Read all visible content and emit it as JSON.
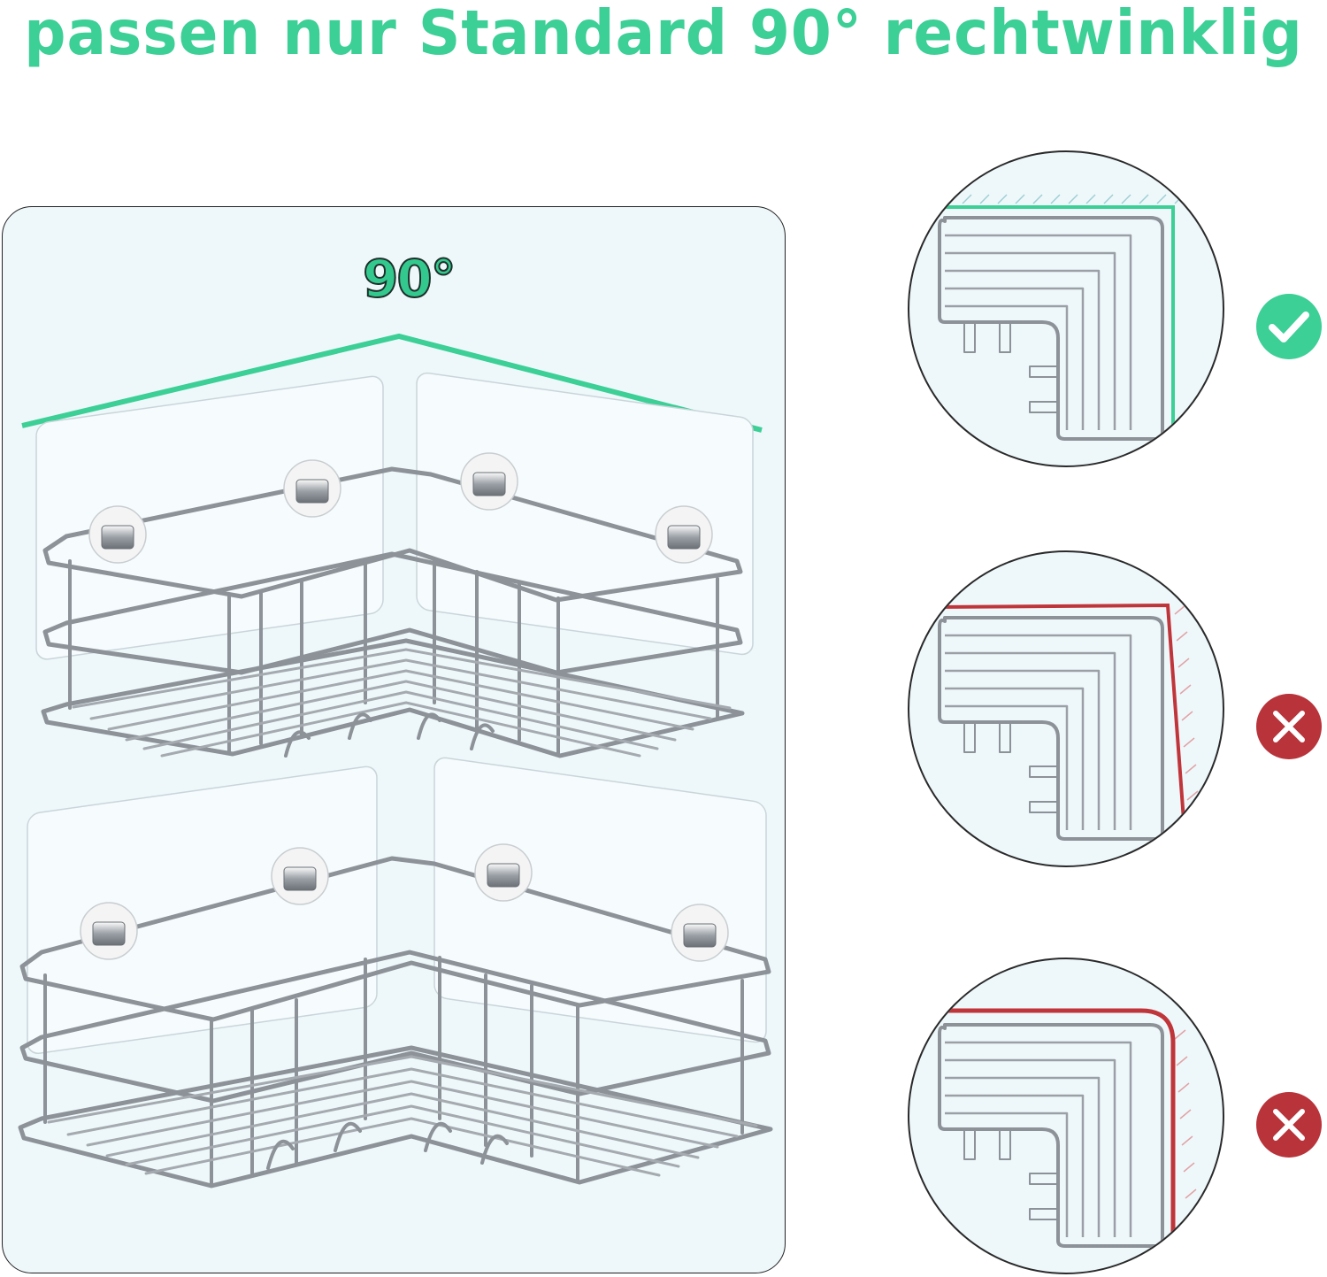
{
  "headline": "passen nur Standard 90° rechtwinklig",
  "main_panel": {
    "angle_label": "90°",
    "corner_line_color": "#3ccf96",
    "product": "corner shower caddy, two stainless steel wire baskets on adhesive wall pads"
  },
  "examples": [
    {
      "corner": "90° right-angled wall corner",
      "wall_color": "#3ccf96",
      "status": "suitable",
      "status_icon": "checkmark-icon",
      "status_color": "#3ccf96"
    },
    {
      "corner": "wall corner wider than 90°",
      "wall_color": "#c0353a",
      "status": "not suitable",
      "status_icon": "cross-icon",
      "status_color": "#b8333a"
    },
    {
      "corner": "rounded wall corner",
      "wall_color": "#c0353a",
      "status": "not suitable",
      "status_icon": "cross-icon",
      "status_color": "#b8333a"
    }
  ]
}
